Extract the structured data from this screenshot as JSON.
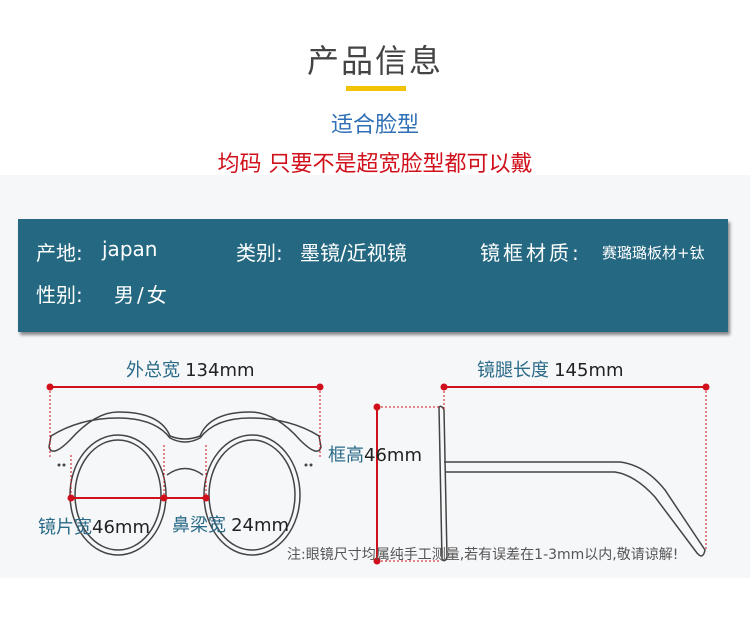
{
  "header": {
    "title": "产品信息",
    "subtitle": "适合脸型",
    "fit_note": "均码 只要不是超宽脸型都可以戴"
  },
  "specs": {
    "origin_label": "产地:",
    "origin": "japan",
    "category_label": "类别:",
    "category": "墨镜/近视镜",
    "material_label": "镜框材质:",
    "material": "赛璐璐板材+钛",
    "gender_label": "性别:",
    "gender": "男/女"
  },
  "dimensions": {
    "total_width_label": "外总宽",
    "total_width": "134mm",
    "temple_length_label": "镜腿长度",
    "temple_length": "145mm",
    "frame_height_label": "框高",
    "frame_height": "46mm",
    "lens_width_label": "镜片宽",
    "lens_width": "46mm",
    "bridge_width_label": "鼻梁宽",
    "bridge_width": "24mm"
  },
  "note": "注:眼镜尺寸均属纯手工测量,若有误差在1-3mm以内,敬请谅解!",
  "colors": {
    "accent": "#f2c300",
    "teal": "#246881",
    "red": "#d0101b",
    "blue": "#2f6fb5"
  }
}
